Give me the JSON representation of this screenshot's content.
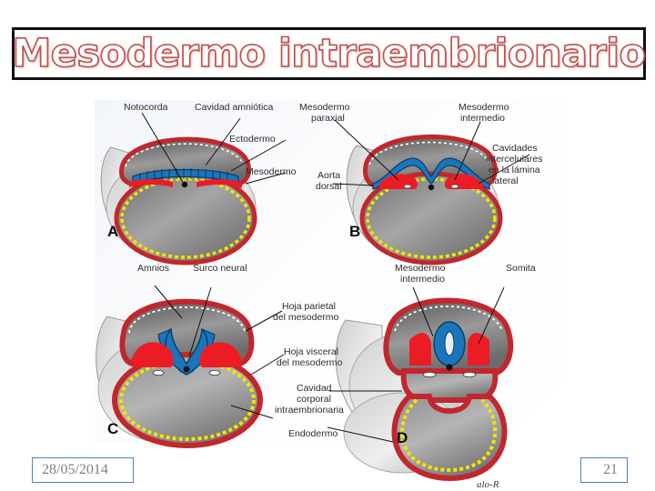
{
  "slide": {
    "title": "Mesodermo intraembrionario",
    "title_outline_color": "#c0504d",
    "title_border_color": "#111111",
    "footer": {
      "date": "28/05/2014",
      "page_number": "21",
      "box_border_color": "#4f81bd"
    }
  },
  "figure": {
    "signature": "alo-R",
    "palette": {
      "amnion_red": "#c1272d",
      "mesoderm_red": "#ed1c24",
      "neural_blue": "#1b75bb",
      "endoderm_yellow": "#f2e500",
      "tissue_gray": "#8c8c8c"
    },
    "panels": [
      {
        "letter": "A",
        "labels": [
          "Notocorda",
          "Cavidad amniótica",
          "Ectodermo",
          "Mesodermo"
        ]
      },
      {
        "letter": "B",
        "labels": [
          "Mesodermo paraxial",
          "Mesodermo intermedio",
          "Cavidades intercelulares en la lámina lateral",
          "Aorta dorsal"
        ]
      },
      {
        "letter": "C",
        "labels": [
          "Amnios",
          "Surco neural",
          "Hoja parietal del mesodermo",
          "Hoja visceral del mesodermo",
          "Cavidad corporal intraembrionaria",
          "Endodermo"
        ]
      },
      {
        "letter": "D",
        "labels": [
          "Mesodermo intermedio",
          "Somita"
        ]
      }
    ],
    "label_text": {
      "notocorda": "Notocorda",
      "cavidad_amniotica": "Cavidad amniótica",
      "ectodermo": "Ectodermo",
      "mesodermo": "Mesodermo",
      "meso_paraxial_l1": "Mesodermo",
      "meso_paraxial_l2": "paraxial",
      "meso_intermedio_l1": "Mesodermo",
      "meso_intermedio_l2": "intermedio",
      "cavidades_l1": "Cavidades",
      "cavidades_l2": "intercelulares",
      "cavidades_l3": "en la lámina",
      "cavidades_l4": "lateral",
      "aorta_l1": "Aorta",
      "aorta_l2": "dorsal",
      "amnios": "Amnios",
      "surco_neural": "Surco neural",
      "hoja_parietal_l1": "Hoja parietal",
      "hoja_parietal_l2": "del mesodermo",
      "hoja_visceral_l1": "Hoja visceral",
      "hoja_visceral_l2": "del mesodermo",
      "cavidad_corporal_l1": "Cavidad",
      "cavidad_corporal_l2": "corporal",
      "cavidad_corporal_l3": "intraembrionaria",
      "endodermo": "Endodermo",
      "meso_intermedio_d_l1": "Mesodermo",
      "meso_intermedio_d_l2": "intermedio",
      "somita": "Somita",
      "letter_a": "A",
      "letter_b": "B",
      "letter_c": "C",
      "letter_d": "D"
    }
  }
}
